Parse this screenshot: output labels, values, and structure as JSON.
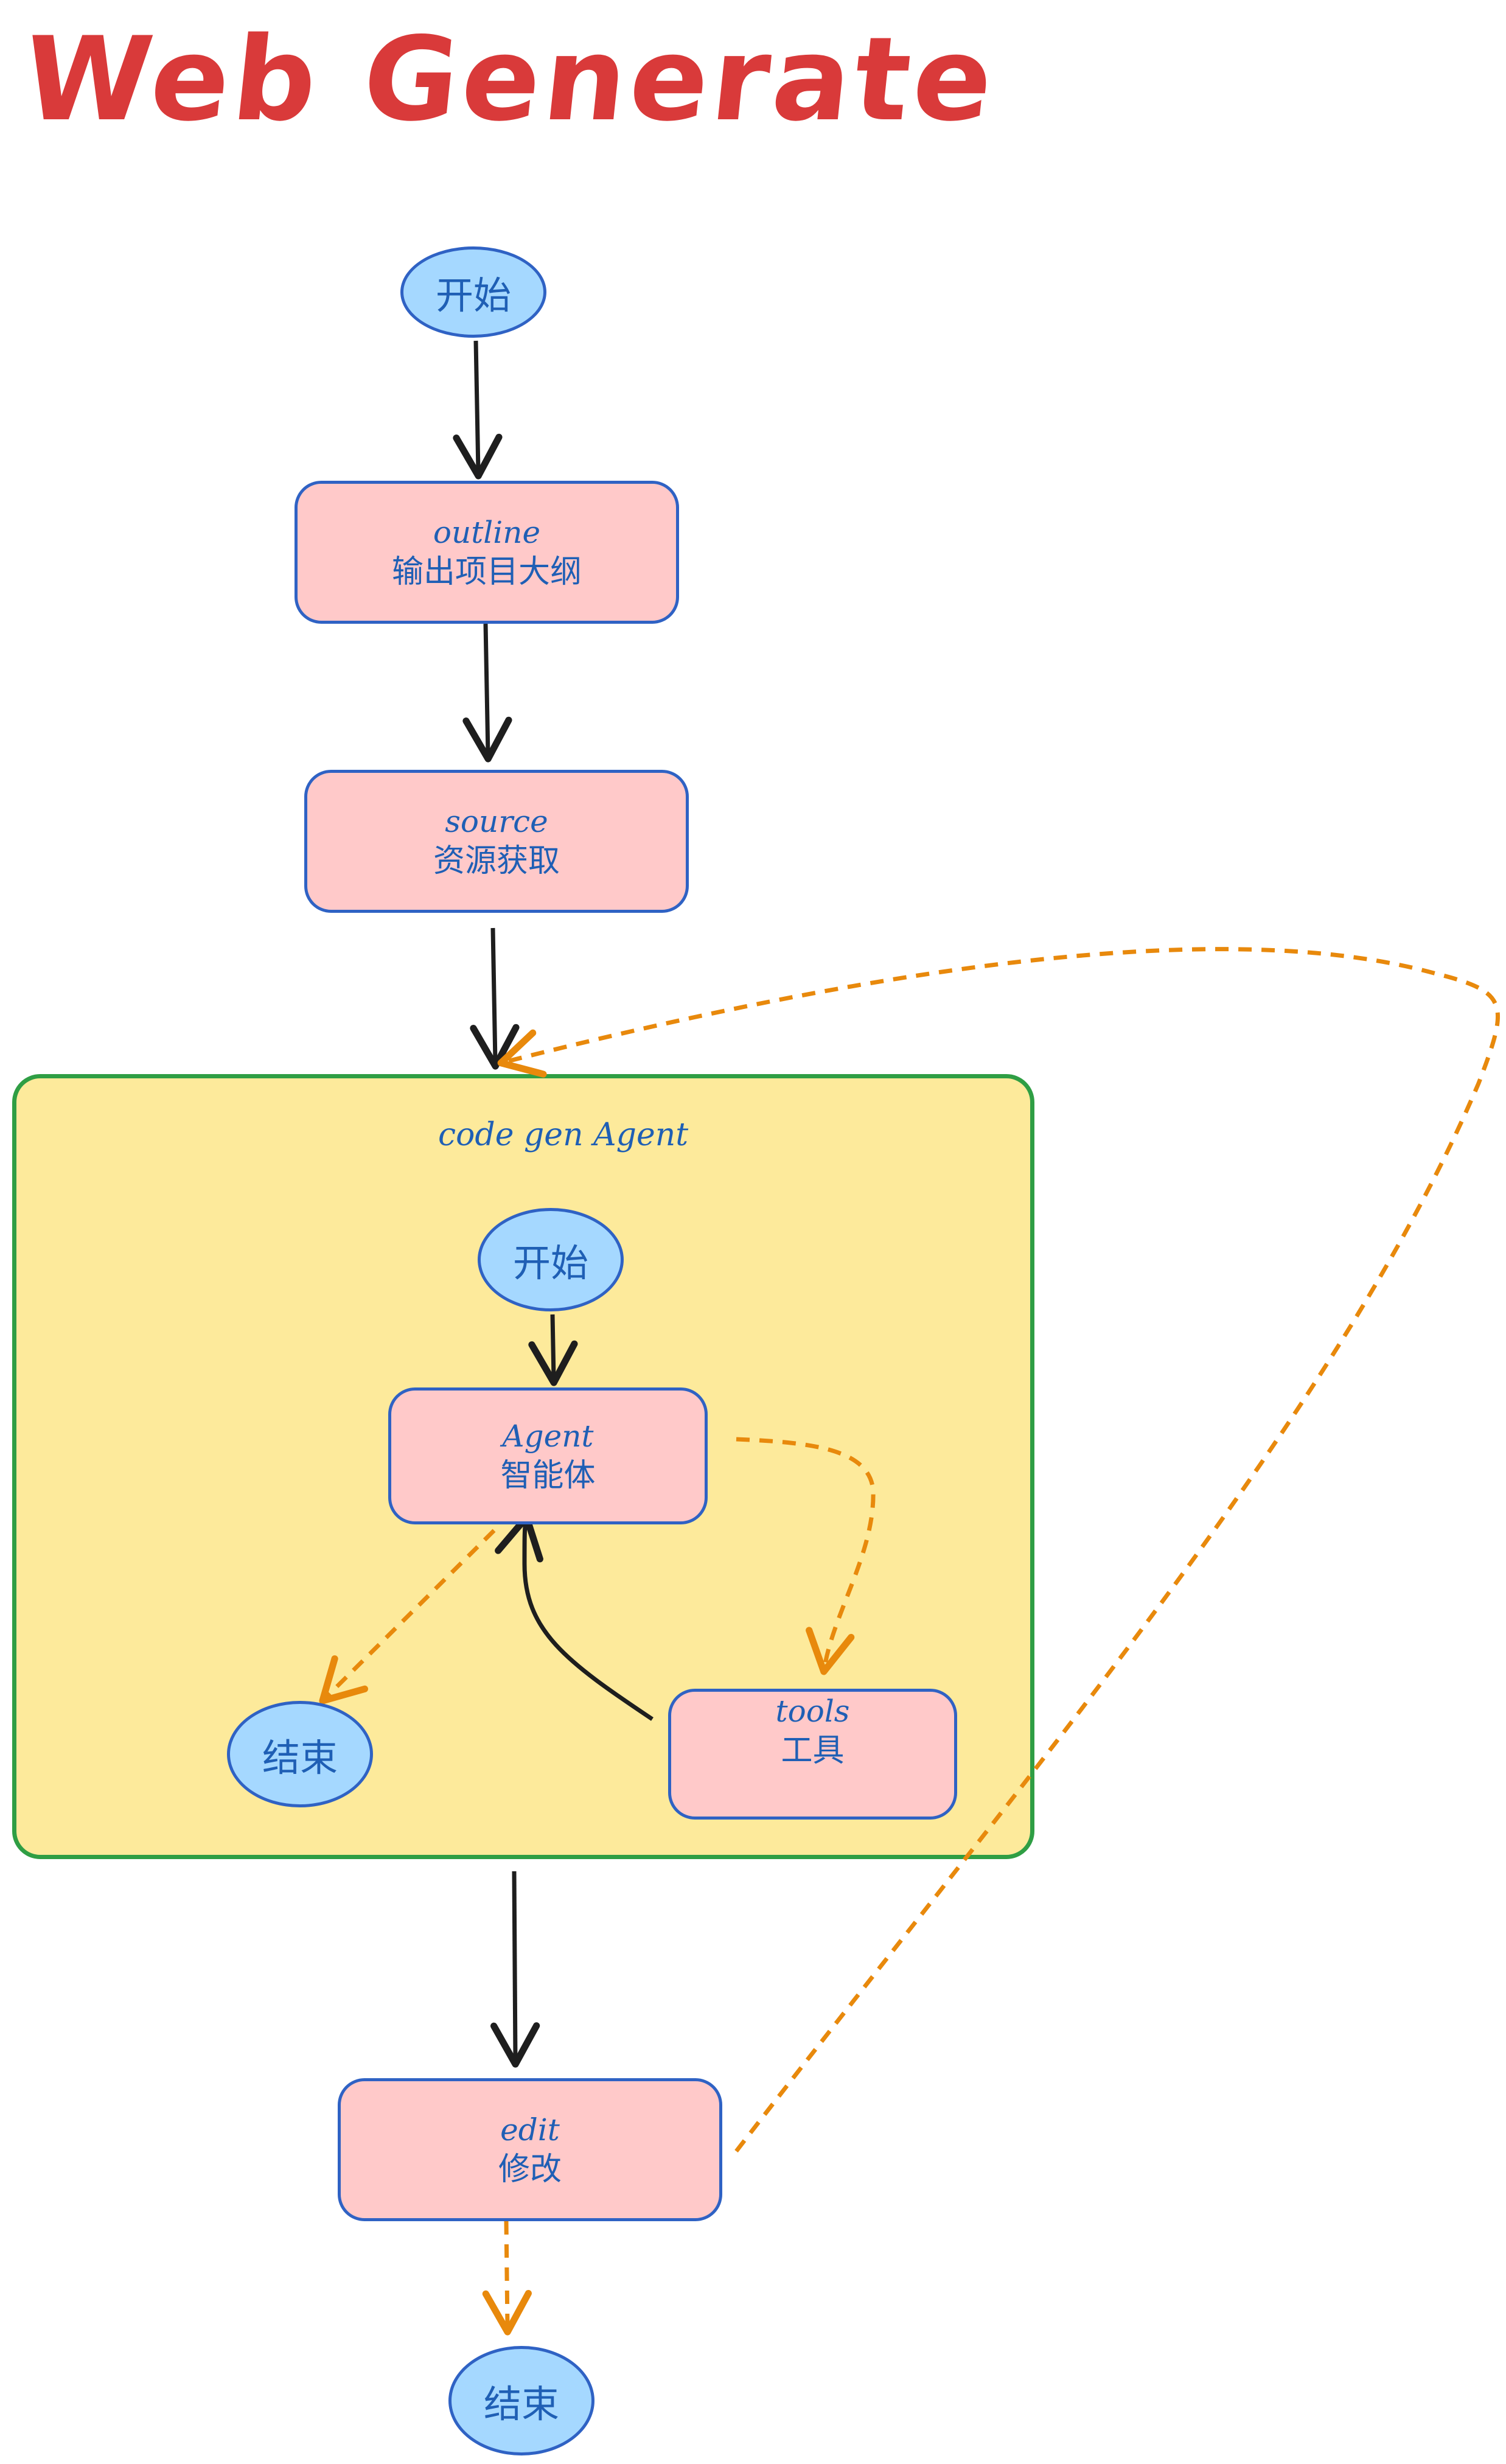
{
  "title": "Web Generate",
  "nodes": {
    "start_top": {
      "label": "开始"
    },
    "outline": {
      "en": "outline",
      "zh": "输出项目大纲"
    },
    "source": {
      "en": "source",
      "zh": "资源获取"
    },
    "group": {
      "label": "code gen Agent"
    },
    "start_inner": {
      "label": "开始"
    },
    "agent": {
      "en": "Agent",
      "zh": "智能体"
    },
    "end_inner": {
      "label": "结束"
    },
    "tools": {
      "en": "tools",
      "zh": "工具"
    },
    "edit": {
      "en": "edit",
      "zh": "修改"
    },
    "end_bottom": {
      "label": "结束"
    }
  },
  "colors": {
    "title": "#d93a3a",
    "rect_fill": "#ffc9c9",
    "ellipse_fill": "#a5d8ff",
    "stroke_blue": "#2f62c4",
    "group_fill": "#fdea9b",
    "group_stroke": "#2f9e44",
    "arrow_solid": "#1e1e1e",
    "arrow_dashed": "#e8890c"
  }
}
